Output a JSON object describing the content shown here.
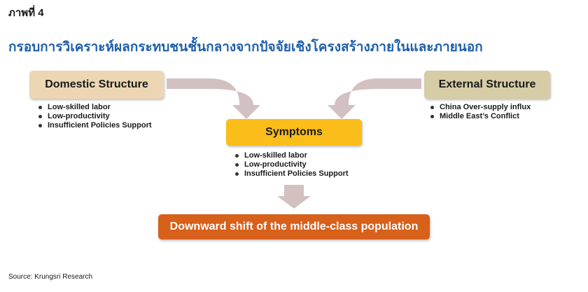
{
  "figure_label": "ภาพที่ 4",
  "title": "กรอบการวิเคราะห์ผลกระทบชนชั้นกลางจากปัจจัยเชิงโครงสร้างภายในและภายนอก",
  "domestic": {
    "label": "Domestic Structure",
    "items": [
      "Low-skilled labor",
      "Low-productivity",
      "Insufficient Policies Support"
    ]
  },
  "external": {
    "label": "External Structure",
    "items": [
      "China Over-supply influx",
      "Middle East’s Conflict"
    ]
  },
  "symptoms": {
    "label": "Symptoms",
    "items": [
      "Low-skilled labor",
      "Low-productivity",
      "Insufficient Policies Support"
    ]
  },
  "outcome": {
    "label": "Downward shift of the middle-class population"
  },
  "source": "Source: Krungsri Research",
  "colors": {
    "title": "#1f5fa8",
    "domestic_box": "#ecd6b3",
    "external_box": "#d6cca5",
    "symptoms_box": "#fbbd1a",
    "outcome_box": "#d7601b",
    "arrow": "#d3c1c1"
  }
}
